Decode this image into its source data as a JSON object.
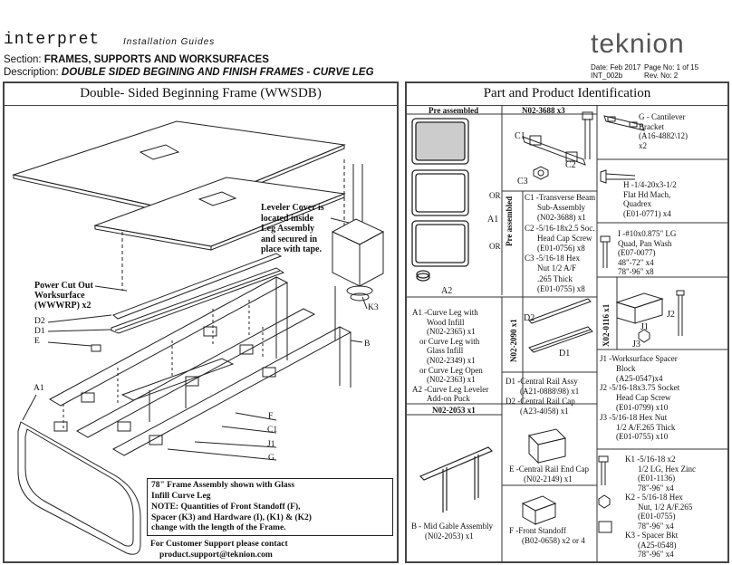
{
  "header": {
    "brand": "interpret",
    "brand_sub": "Installation Guides",
    "section_label": "Section:",
    "section_value": "FRAMES, SUPPORTS AND WORKSURFACES",
    "description_label": "Description:",
    "description_value": "DOUBLE SIDED BEGINING AND FINISH FRAMES - CURVE LEG",
    "logo": "teknion",
    "date": "Date: Feb 2017",
    "page_no": "Page No: 1 of 15",
    "doc_id": "INT_002b",
    "rev_no": "Rev. No: 2"
  },
  "left_panel": {
    "title": "Double- Sided Beginning Frame (WWSDB)",
    "leveler_note": [
      "Leveler Cover is",
      "located inside",
      "Leg Assembly",
      "and secured in",
      "place with tape."
    ],
    "power_cut": [
      "Power Cut Out",
      "Worksurface",
      "(WWWRP) x2"
    ],
    "labels": {
      "d2": "D2",
      "d1": "D1",
      "e": "E",
      "a1": "A1",
      "k3": "K3",
      "b": "B",
      "f": "F",
      "c1": "C1",
      "j1": "J1",
      "g": "G"
    },
    "note_box": [
      "78\" Frame Assembly shown with Glass",
      "Infill Curve Leg",
      "NOTE: Quantities of Front Standoff (F),",
      "Spacer (K3) and Hardware (I), (K1) & (K2)",
      "change with the length of the Frame."
    ],
    "support": [
      "For Customer Support please contact",
      "product.support@teknion.com"
    ]
  },
  "right_panel": {
    "title": "Part and Product Identification",
    "pre_assembled": "Pre assembled",
    "n02_3688": "N02-3688 x3",
    "or1": "OR",
    "or2": "OR",
    "a1_label": "A1",
    "a2_label": "A2",
    "c1_label": "C1",
    "c2_label": "C2",
    "c3_label": "C3",
    "pre_assembled_vert": "Pre assembled",
    "c_text": [
      "C1 -Transverse Beam",
      "Sub-Assembly",
      "(N02-3688) x1",
      "C2 -5/16-18x2.5 Soc.",
      "Head Cap Screw",
      "(E01-0756) x8",
      "C3 -5/16-18 Hex",
      "Nut 1/2 A/F",
      ".265 Thick",
      "(E01-0755) x8"
    ],
    "g_text": [
      "G - Cantilever",
      "Bracket",
      "(A16-4882\\12)",
      "x2"
    ],
    "h_text": [
      "H -1/4-20x3-1/2",
      "Flat Hd Mach,",
      "Quadrex",
      "(E01-0771) x4"
    ],
    "i_text": [
      "I -#10x0.875\" LG",
      "Quad, Pan Wash",
      "(E07-0077)",
      "48\"-72\" x4",
      "78\"-96\" x8"
    ],
    "a_text": [
      "A1 -Curve Leg with",
      "Wood Infill",
      "(N02-2365) x1",
      "or Curve Leg with",
      "Glass Infill",
      "(N02-2349) x1",
      "or Curve Leg Open",
      "(N02-2363) x1",
      "A2 -Curve Leg Leveler",
      "Add-on Puck"
    ],
    "n02_2090": "N02-2090 x1",
    "d2_label": "D2",
    "d1_label": "D1",
    "d_text": [
      "D1 -Central Rail Assy",
      "(A21-0888\\98) x1",
      "D2 -Central Rail Cap",
      "(A23-4058) x1"
    ],
    "x02_0116": "X02-0116 x1",
    "j1_label": "J1",
    "j2_label": "J2",
    "j3_label": "J3",
    "j_text": [
      "J1 -Worksurface Spacer",
      "Block",
      "(A25-0547)x4",
      "J2 -5/16-18x3.75 Socket",
      "Head Cap Screw",
      "(E01-0799) x10",
      "J3 -5/16-18 Hex Nut",
      "1/2 A/F.265 Thick",
      "(E01-0755) x10"
    ],
    "n02_2053": "N02-2053 x1",
    "b_text": [
      "B - Mid Gable  Assembly",
      "(N02-2053) x1"
    ],
    "e_text": [
      "E -Central Rail End Cap",
      "(N02-2149) x1"
    ],
    "f_text": [
      "F -Front  Standoff",
      "(B02-0658) x2 or 4"
    ],
    "k_text": [
      "K1 -5/16-18 x2",
      "1/2 LG, Hex Zinc",
      "(E01-1136)",
      "78\"-96\" x4",
      "K2 - 5/16-18 Hex",
      "Nut, 1/2 A/F.265",
      "(E01-0755)",
      "78\"-96\" x4",
      "K3 - Spacer Bkt",
      "(A25-0548)",
      "78\"-96\" x4"
    ]
  }
}
